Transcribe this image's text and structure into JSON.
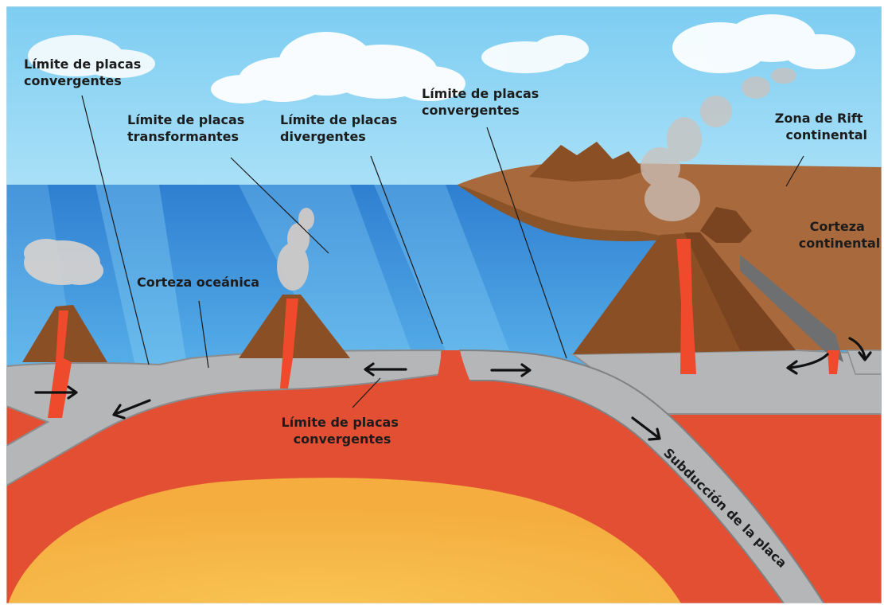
{
  "labels": {
    "convergent_top_left": [
      "Límite de placas",
      "convergentes"
    ],
    "transform": [
      "Límite de placas",
      "transformantes"
    ],
    "divergent": [
      "Límite de placas",
      "divergentes"
    ],
    "convergent_top_mid": [
      "Límite de placas",
      "convergentes"
    ],
    "rift": [
      "Zona de Rift",
      "continental"
    ],
    "continental_crust": [
      "Corteza",
      "continental"
    ],
    "oceanic_crust": "Corteza oceánica",
    "convergent_bottom": [
      "Límite de placas",
      "convergentes"
    ],
    "subduction": "Subducción de la placa"
  },
  "colors": {
    "sky": "#8fd3f4",
    "ocean": "#3c8fd6",
    "ocean_shallow": "#5db3ea",
    "mantle": "#e24f33",
    "core": "#f7b84a",
    "crust": "#b4b6b8",
    "continent": "#a0653a",
    "volcano": "#8a4f25",
    "lava": "#ef4a2b",
    "smoke": "#d9d3cf"
  }
}
